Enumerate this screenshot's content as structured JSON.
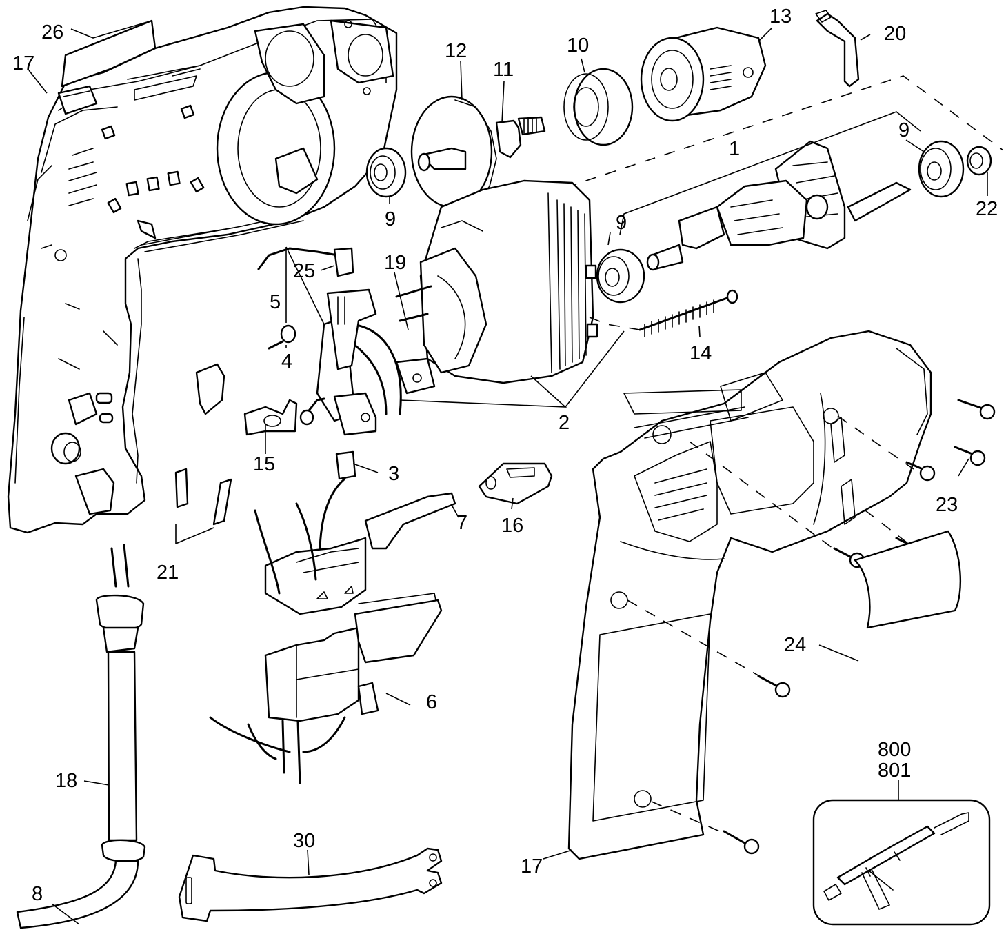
{
  "diagram": {
    "title": "Drill exploded parts diagram",
    "callouts": [
      {
        "id": "c26",
        "label": "26",
        "part": "nameplate"
      },
      {
        "id": "c17a",
        "label": "17",
        "part": "housing-left"
      },
      {
        "id": "c12",
        "label": "12",
        "part": "gear"
      },
      {
        "id": "c11",
        "label": "11",
        "part": "spindle"
      },
      {
        "id": "c10",
        "label": "10",
        "part": "bearing"
      },
      {
        "id": "c13",
        "label": "13",
        "part": "chuck"
      },
      {
        "id": "c20",
        "label": "20",
        "part": "chuck-key"
      },
      {
        "id": "c9a",
        "label": "9",
        "part": "bearing"
      },
      {
        "id": "c1",
        "label": "1",
        "part": "armature"
      },
      {
        "id": "c9b",
        "label": "9",
        "part": "bearing"
      },
      {
        "id": "c9c",
        "label": "9",
        "part": "bearing"
      },
      {
        "id": "c22",
        "label": "22",
        "part": "bearing-small"
      },
      {
        "id": "c25",
        "label": "25",
        "part": "connector"
      },
      {
        "id": "c19",
        "label": "19",
        "part": "lead-wire"
      },
      {
        "id": "c5",
        "label": "5",
        "part": "brush-holder"
      },
      {
        "id": "c4",
        "label": "4",
        "part": "brush-spring"
      },
      {
        "id": "c14",
        "label": "14",
        "part": "field-screw"
      },
      {
        "id": "c2",
        "label": "2",
        "part": "field-assembly"
      },
      {
        "id": "c15",
        "label": "15",
        "part": "brush"
      },
      {
        "id": "c3",
        "label": "3",
        "part": "connector"
      },
      {
        "id": "c7",
        "label": "7",
        "part": "reversing-lever"
      },
      {
        "id": "c16",
        "label": "16",
        "part": "switch-button"
      },
      {
        "id": "c23",
        "label": "23",
        "part": "housing-screw"
      },
      {
        "id": "c21",
        "label": "21",
        "part": "terminals"
      },
      {
        "id": "c24",
        "label": "24",
        "part": "label"
      },
      {
        "id": "c6",
        "label": "6",
        "part": "switch"
      },
      {
        "id": "c18",
        "label": "18",
        "part": "cord-protector"
      },
      {
        "id": "c30",
        "label": "30",
        "part": "wire-strap"
      },
      {
        "id": "c8",
        "label": "8",
        "part": "cord"
      },
      {
        "id": "c17b",
        "label": "17",
        "part": "housing-right"
      },
      {
        "id": "c800",
        "label": "800",
        "part": "glue-gun-accessory"
      },
      {
        "id": "c801",
        "label": "801",
        "part": "glue-gun-accessory"
      }
    ]
  }
}
